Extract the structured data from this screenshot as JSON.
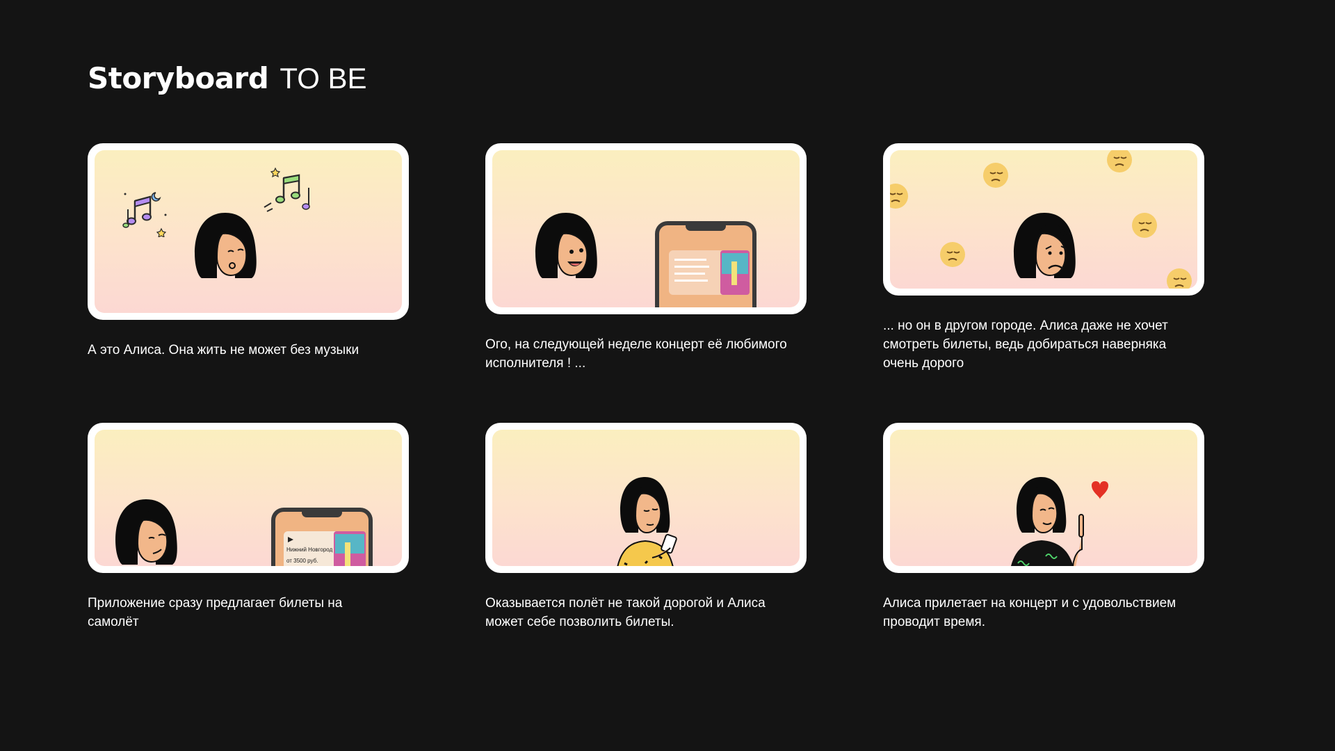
{
  "header": {
    "title_bold": "Storyboard",
    "title_light": "TO BE"
  },
  "panels": [
    {
      "caption": "А это Алиса. Она жить не может без музыки",
      "scene": "alice-singing"
    },
    {
      "caption": "Ого, на следующей неделе концерт её любимого\nисполнителя ! ...",
      "scene": "alice-surprised-phone"
    },
    {
      "caption": "... но он в другом городе. Алиса даже не хочет\nсмотреть билеты, ведь добираться наверняка\nочень дорого",
      "scene": "alice-sad"
    },
    {
      "caption": "Приложение сразу предлагает билеты на самолёт",
      "scene": "alice-phone-offer",
      "phone_card": {
        "city": "Нижний Новгород",
        "price": "от 3500 руб."
      }
    },
    {
      "caption": "Оказывается полёт не такой дорогой и Алиса\nможет себе позволить билеты.",
      "scene": "alice-buying"
    },
    {
      "caption": "Алиса прилетает на концерт и с удовольствием\nпроводит время.",
      "scene": "alice-happy"
    }
  ],
  "colors": {
    "background": "#141414",
    "frame": "#ffffff",
    "scene_top": "#fbefbf",
    "scene_bottom": "#fcd8d3",
    "hair": "#0c0c0c",
    "skin": "#f2b78a",
    "sweater_yellow": "#f5c84c",
    "sweater_black": "#121212",
    "squiggle_green": "#4fd36a",
    "heart": "#e43124"
  }
}
